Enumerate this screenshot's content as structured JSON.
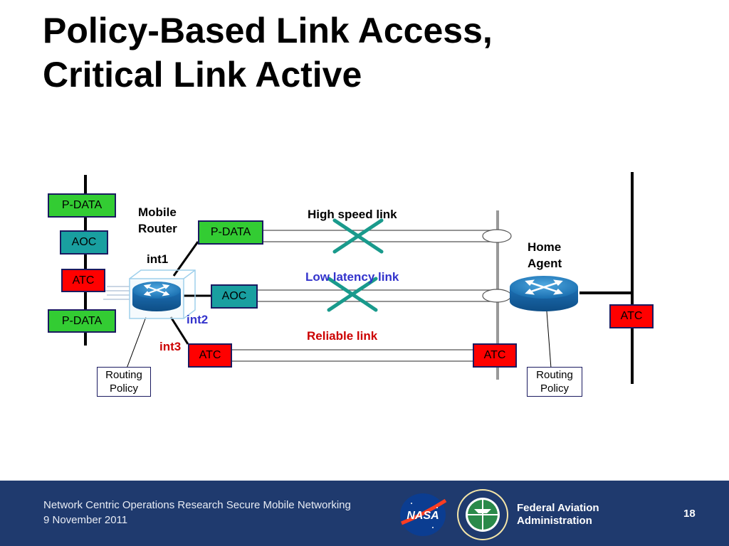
{
  "title": {
    "line1": "Policy-Based Link Access,",
    "line2": "Critical Link Active"
  },
  "mobile_side": {
    "left_stack": [
      "P-DATA",
      "AOC",
      "ATC",
      "P-DATA"
    ],
    "router_label": [
      "Mobile",
      "Router"
    ],
    "interfaces": {
      "int1": "int1",
      "int2": "int2",
      "int3": "int3"
    },
    "routing_policy": [
      "Routing",
      "Policy"
    ]
  },
  "links": {
    "high_speed": {
      "label": "High speed link",
      "endpoint": "P-DATA",
      "status": "down"
    },
    "low_latency": {
      "label": "Low latency link",
      "endpoint": "AOC",
      "status": "down"
    },
    "reliable": {
      "label": "Reliable link",
      "endpoint_left": "ATC",
      "endpoint_right": "ATC",
      "status": "active"
    }
  },
  "home_side": {
    "agent_label": [
      "Home",
      "Agent"
    ],
    "atc_box": "ATC",
    "routing_policy": [
      "Routing",
      "Policy"
    ]
  },
  "colors": {
    "pdata": "#33cc33",
    "aoc": "#199fa0",
    "atc": "#ff0000",
    "blocked_x": "#199a8c",
    "footer_bg": "#1f3a6e",
    "label_blue": "#3333cc",
    "label_red": "#cc0000"
  },
  "footer": {
    "program": "Network Centric Operations Research Secure Mobile Networking",
    "date": "9 November 2011",
    "logo_nasa": "NASA",
    "agency": [
      "Federal Aviation",
      "Administration"
    ],
    "page_number": "18"
  }
}
